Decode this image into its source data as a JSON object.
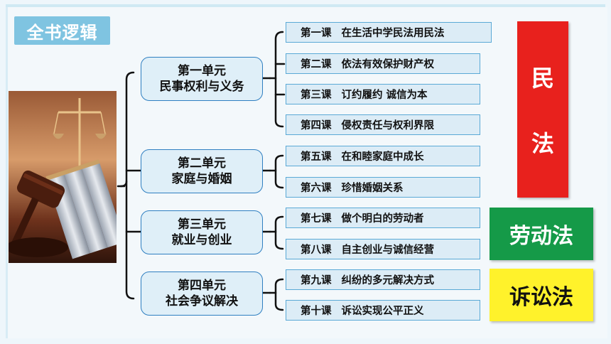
{
  "title": "全书逻辑",
  "units": [
    {
      "line1": "第一单元",
      "line2": "民事权利与义务",
      "lessons": [
        {
          "num": "第一课",
          "name": "在生活中学民法用民法"
        },
        {
          "num": "第二课",
          "name": "依法有效保护财产权"
        },
        {
          "num": "第三课",
          "name": "订约履约 诚信为本"
        },
        {
          "num": "第四课",
          "name": "侵权责任与权利界限"
        }
      ]
    },
    {
      "line1": "第二单元",
      "line2": "家庭与婚姻",
      "lessons": [
        {
          "num": "第五课",
          "name": "在和睦家庭中成长"
        },
        {
          "num": "第六课",
          "name": "珍惜婚姻关系"
        }
      ]
    },
    {
      "line1": "第三单元",
      "line2": "就业与创业",
      "lessons": [
        {
          "num": "第七课",
          "name": "做个明白的劳动者"
        },
        {
          "num": "第八课",
          "name": "自主创业与诚信经营"
        }
      ]
    },
    {
      "line1": "第四单元",
      "line2": "社会争议解决",
      "lessons": [
        {
          "num": "第九课",
          "name": "纠纷的多元解决方式"
        },
        {
          "num": "第十课",
          "name": "诉讼实现公平正义"
        }
      ]
    }
  ],
  "laws": {
    "civil_char1": "民",
    "civil_char2": "法",
    "labor": "劳动法",
    "litigation": "诉讼法"
  },
  "colors": {
    "title_badge": "#7fc4e1",
    "unit_border": "#2f7fc1",
    "lesson_border": "#5aa9d6",
    "civil_law": "#e8211d",
    "labor_law": "#159a48",
    "litigation_law": "#fff22b"
  }
}
